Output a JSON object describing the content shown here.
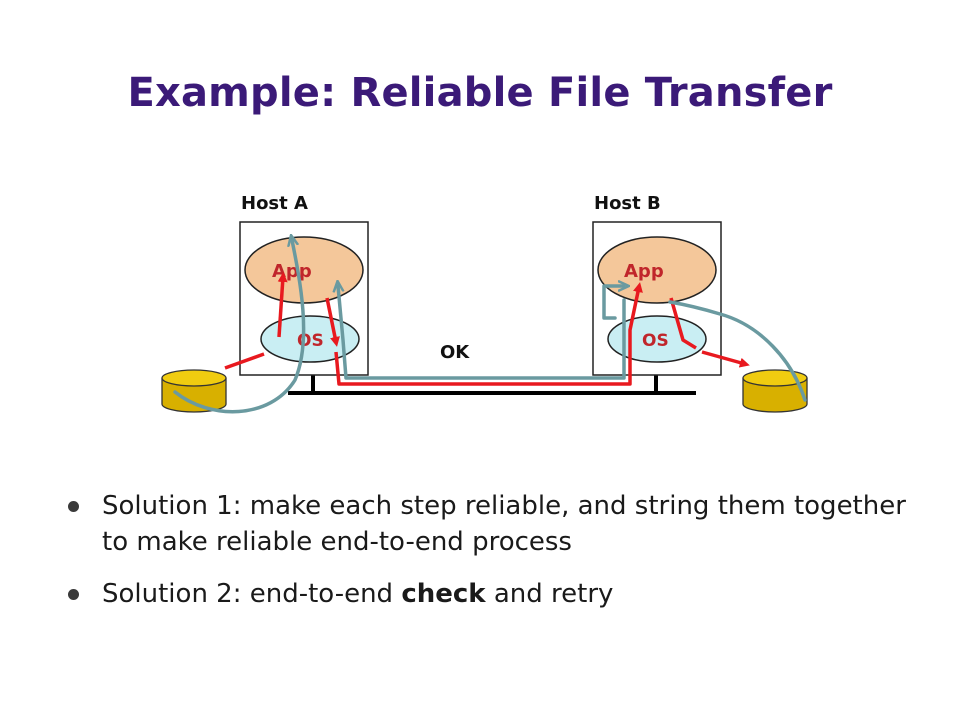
{
  "slide": {
    "title": "Example: Reliable File Transfer"
  },
  "diagram": {
    "host_a": {
      "label": "Host A",
      "app_label": "App",
      "os_label": "OS"
    },
    "host_b": {
      "label": "Host B",
      "app_label": "App",
      "os_label": "OS"
    },
    "ack_label": "OK",
    "colors": {
      "app_fill": "#f4c79a",
      "os_fill": "#c9eef3",
      "disk_fill": "#d8b000",
      "data_path": "#e8191f",
      "check_path": "#6a9aa0",
      "network": "#000000"
    }
  },
  "bullets": [
    {
      "text": "Solution 1: make each step reliable, and string them together to make reliable end-to-end process"
    },
    {
      "before": "Solution 2: end-to-end ",
      "bold": "check",
      "after": " and retry"
    }
  ]
}
